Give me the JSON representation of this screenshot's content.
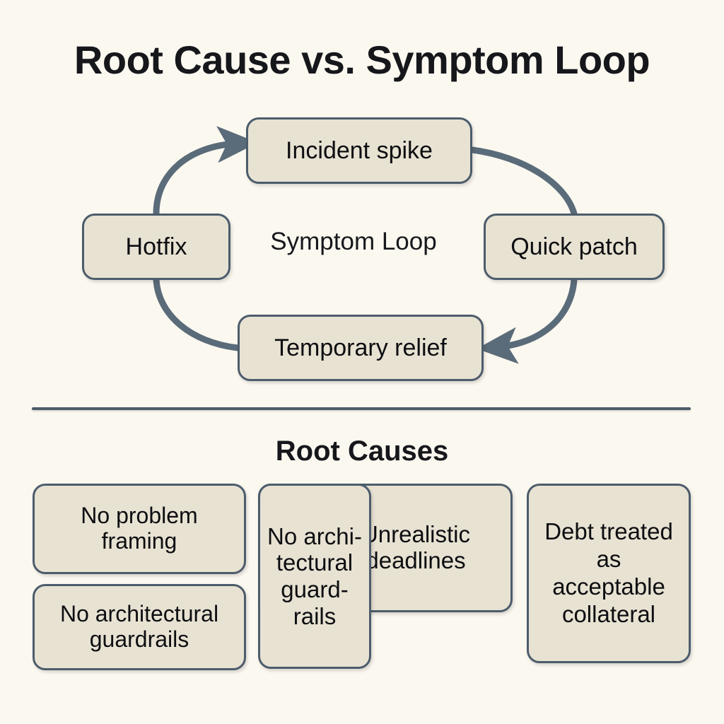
{
  "page": {
    "title": "Root Cause vs. Symptom Loop",
    "background_color": "#fbf8f0",
    "accent_color": "#4c5c6b",
    "node_fill_color": "#e8e2d3",
    "text_color": "#15161a"
  },
  "symptom_loop": {
    "center_label": "Symptom Loop",
    "nodes": [
      {
        "id": "incident-spike",
        "label": "Incident spike",
        "position": "top"
      },
      {
        "id": "quick-patch",
        "label": "Quick patch",
        "position": "right"
      },
      {
        "id": "temporary-relief",
        "label": "Temporary relief",
        "position": "bottom"
      },
      {
        "id": "hotfix",
        "label": "Hotfix",
        "position": "left"
      }
    ],
    "edges": [
      {
        "from": "incident-spike",
        "to": "quick-patch",
        "arrowhead": false
      },
      {
        "from": "quick-patch",
        "to": "temporary-relief",
        "arrowhead": true
      },
      {
        "from": "temporary-relief",
        "to": "hotfix",
        "arrowhead": false
      },
      {
        "from": "hotfix",
        "to": "incident-spike",
        "arrowhead": true
      }
    ]
  },
  "root_causes": {
    "heading": "Root Causes",
    "items": [
      {
        "id": "no-problem-framing",
        "label": "No problem framing"
      },
      {
        "id": "no-architectural-guardrails-left",
        "label": "No architectural guardrails"
      },
      {
        "id": "unrealistic-deadlines",
        "label": "Unrealistic deadlines"
      },
      {
        "id": "no-architectural-guardrails-mid",
        "label": "No archi­tectural guard­rails"
      },
      {
        "id": "debt-treated-as-acceptable-collateral",
        "label": "Debt treated as acceptable collateral"
      }
    ]
  }
}
